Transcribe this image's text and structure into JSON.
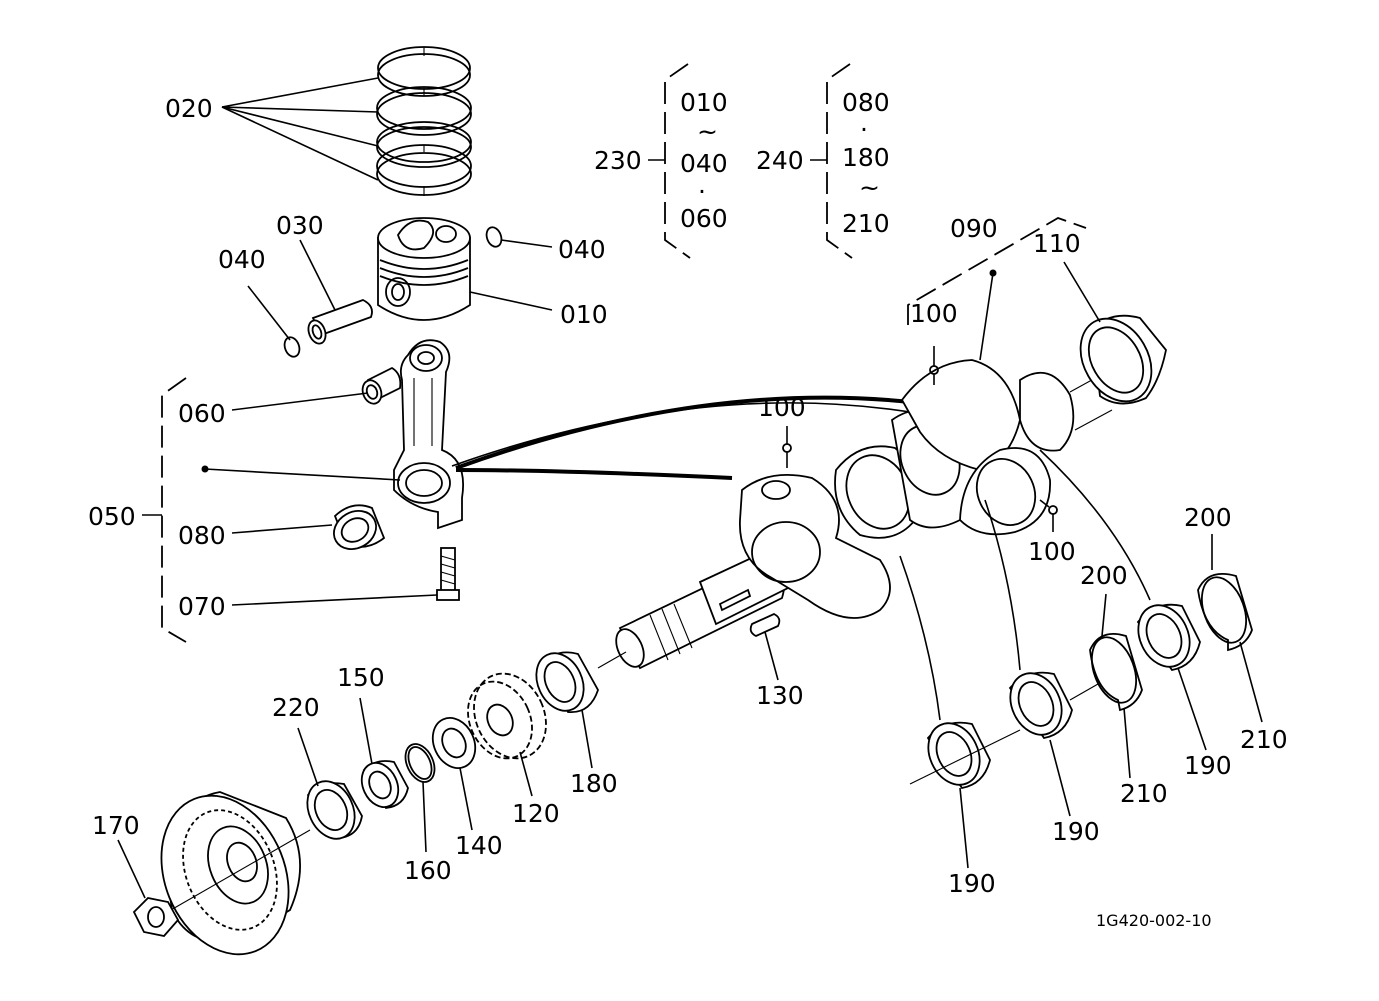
{
  "labels": {
    "l020": "020",
    "l030": "030",
    "l040a": "040",
    "l040b": "040",
    "l010": "010",
    "l060": "060",
    "l050": "050",
    "l080": "080",
    "l070": "070",
    "l090": "090",
    "l110": "110",
    "l100a": "100",
    "l100b": "100",
    "l100c": "100",
    "l130": "130",
    "l180": "180",
    "l120": "120",
    "l140": "140",
    "l160": "160",
    "l150": "150",
    "l220": "220",
    "l170": "170",
    "l190a": "190",
    "l190b": "190",
    "l190c": "190",
    "l200a": "200",
    "l200b": "200",
    "l210a": "210",
    "l210b": "210"
  },
  "groups": {
    "g230": {
      "id": "230",
      "items": [
        "010",
        "~",
        "040",
        "·",
        "060"
      ]
    },
    "g240": {
      "id": "240",
      "items": [
        "080",
        "·",
        "180",
        "~",
        "210"
      ]
    }
  },
  "reference_code": "1G420-002-10"
}
